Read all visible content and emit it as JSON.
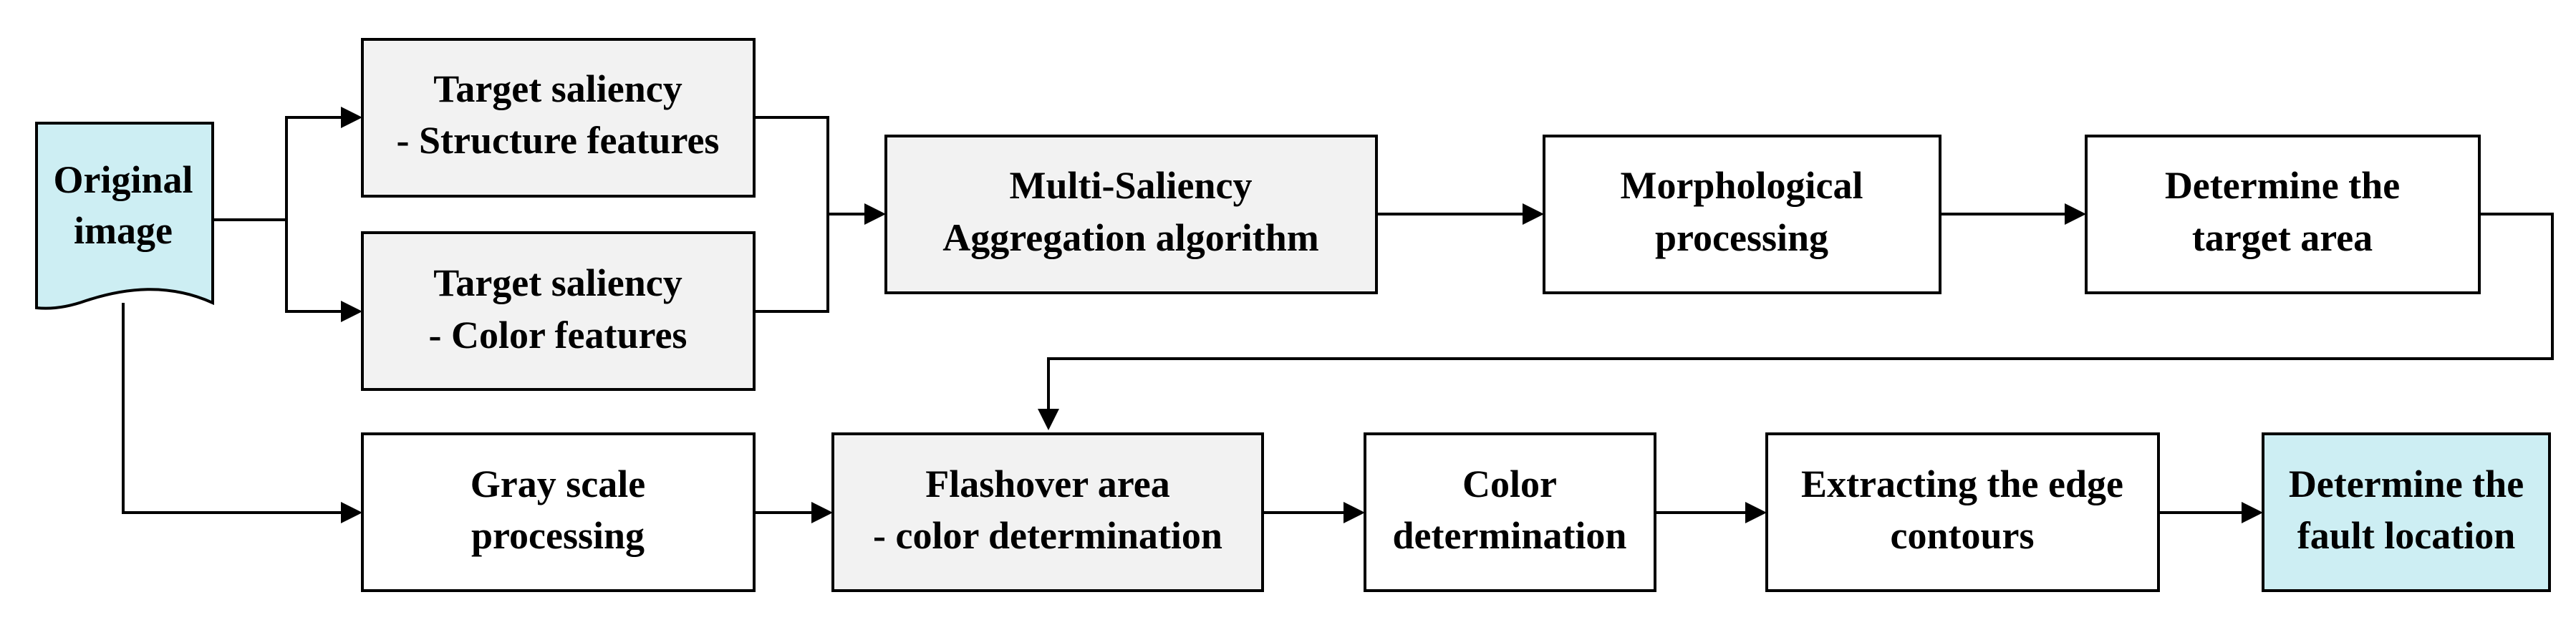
{
  "colors": {
    "highlight_fill": "#cdeef3",
    "gray_fill": "#f2f2f2",
    "white_fill": "#ffffff",
    "stroke": "#000000"
  },
  "nodes": {
    "original_image": {
      "line1": "Original",
      "line2": "image",
      "shape": "document",
      "fill": "highlight"
    },
    "saliency_structure": {
      "line1": "Target saliency",
      "line2": "- Structure features",
      "fill": "gray"
    },
    "saliency_color": {
      "line1": "Target saliency",
      "line2": "- Color features",
      "fill": "gray"
    },
    "multi_saliency": {
      "line1": "Multi-Saliency",
      "line2": "Aggregation algorithm",
      "fill": "gray"
    },
    "morphological": {
      "line1": "Morphological",
      "line2": "processing",
      "fill": "white"
    },
    "target_area": {
      "line1": "Determine the",
      "line2": "target area",
      "fill": "white"
    },
    "gray_scale": {
      "line1": "Gray scale",
      "line2": "processing",
      "fill": "white"
    },
    "flashover": {
      "line1": "Flashover area",
      "line2": "- color determination",
      "fill": "gray"
    },
    "color_determination": {
      "line1": "Color",
      "line2": "determination",
      "fill": "white"
    },
    "edge_contours": {
      "line1": "Extracting the edge",
      "line2": "contours",
      "fill": "white"
    },
    "fault_location": {
      "line1": "Determine the",
      "line2": "fault location",
      "fill": "highlight"
    }
  },
  "edges": [
    {
      "from": "original_image",
      "to": "saliency_structure"
    },
    {
      "from": "original_image",
      "to": "saliency_color"
    },
    {
      "from": "original_image",
      "to": "gray_scale"
    },
    {
      "from": "saliency_structure",
      "to": "multi_saliency"
    },
    {
      "from": "saliency_color",
      "to": "multi_saliency"
    },
    {
      "from": "multi_saliency",
      "to": "morphological"
    },
    {
      "from": "morphological",
      "to": "target_area"
    },
    {
      "from": "target_area",
      "to": "flashover"
    },
    {
      "from": "gray_scale",
      "to": "flashover"
    },
    {
      "from": "flashover",
      "to": "color_determination"
    },
    {
      "from": "color_determination",
      "to": "edge_contours"
    },
    {
      "from": "edge_contours",
      "to": "fault_location"
    }
  ]
}
